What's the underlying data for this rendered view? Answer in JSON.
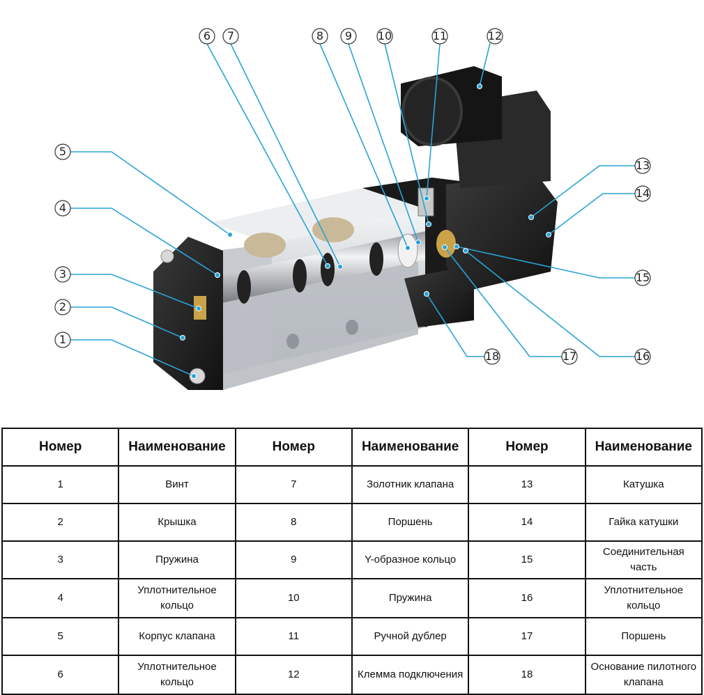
{
  "callouts": [
    {
      "num": "1"
    },
    {
      "num": "2"
    },
    {
      "num": "3"
    },
    {
      "num": "4"
    },
    {
      "num": "5"
    },
    {
      "num": "6"
    },
    {
      "num": "7"
    },
    {
      "num": "8"
    },
    {
      "num": "9"
    },
    {
      "num": "10"
    },
    {
      "num": "11"
    },
    {
      "num": "12"
    },
    {
      "num": "13"
    },
    {
      "num": "14"
    },
    {
      "num": "15"
    },
    {
      "num": "16"
    },
    {
      "num": "17"
    },
    {
      "num": "18"
    }
  ],
  "colors": {
    "leader": "#29a3d6",
    "body_metal": "#d9dde1",
    "dark_part": "#1c1c1c",
    "table_border": "#111111"
  },
  "table": {
    "headers": [
      "Номер",
      "Наименование",
      "Номер",
      "Наименование",
      "Номер",
      "Наименование"
    ],
    "rows": [
      [
        "1",
        "Винт",
        "7",
        "Золотник клапана",
        "13",
        "Катушка"
      ],
      [
        "2",
        "Крышка",
        "8",
        "Поршень",
        "14",
        "Гайка катушки"
      ],
      [
        "3",
        "Пружина",
        "9",
        "Y-образное кольцо",
        "15",
        "Соединительная часть"
      ],
      [
        "4",
        "Уплотнительное кольцо",
        "10",
        "Пружина",
        "16",
        "Уплотнительное кольцо"
      ],
      [
        "5",
        "Корпус клапана",
        "11",
        "Ручной дублер",
        "17",
        "Поршень"
      ],
      [
        "6",
        "Уплотнительное кольцо",
        "12",
        "Клемма подключения",
        "18",
        "Основание пилотного клапана"
      ]
    ]
  }
}
